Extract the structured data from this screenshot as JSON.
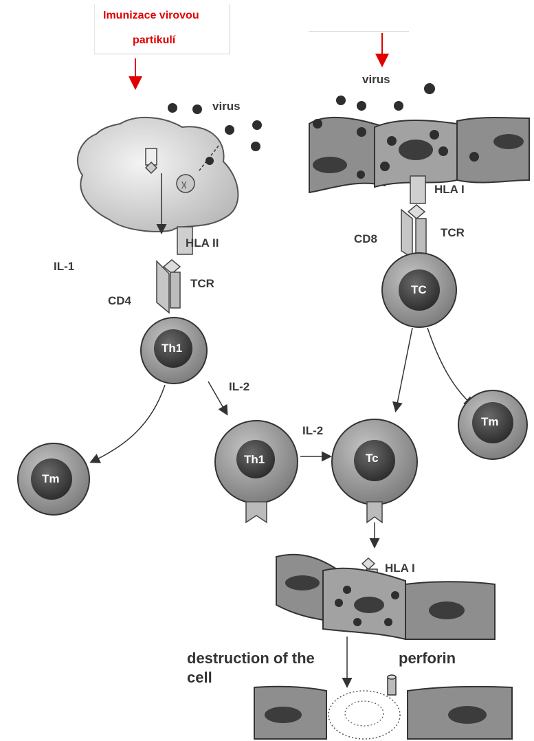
{
  "header": {
    "immunization_line1": "Imunizace virovou",
    "immunization_line2": "partikulí"
  },
  "labels": {
    "virus_left": "virus",
    "virus_right": "virus",
    "hla_ii": "HLA II",
    "il1": "IL-1",
    "cd4": "CD4",
    "tcr_left": "TCR",
    "th1_top": "Th1",
    "il2_top": "IL-2",
    "tm_left": "Tm",
    "th1_bottom": "Th1",
    "il2_bottom": "IL-2",
    "hla_i_right": "HLA I",
    "cd8": "CD8",
    "tcr_right": "TCR",
    "tc_top": "TC",
    "tm_right": "Tm",
    "tc_bottom": "Tc",
    "hla_i_bottom": "HLA I",
    "destruction_line1": "destruction of the",
    "destruction_line2": "cell",
    "perforin": "perforin"
  },
  "colors": {
    "red_arrow": "#e00000",
    "cell_fill": "#9a9a9a",
    "nucleus_fill": "#3c3c3c",
    "apc_fill": "#d6d6d6",
    "epithelium_fill": "#8e8e8e"
  }
}
